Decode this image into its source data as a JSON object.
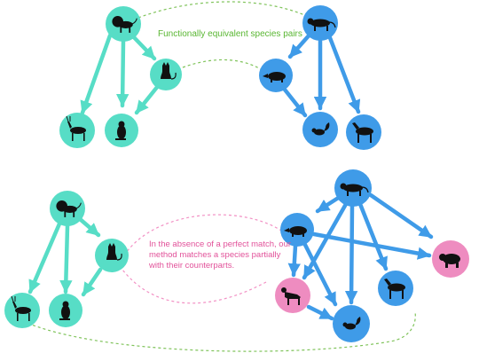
{
  "annotations": {
    "top": "Functionally equivalent species pairs",
    "middle": "In the absence of a perfect match, our method matches a species partially with their counterparts."
  },
  "colors": {
    "teal": "#57ddc6",
    "blue": "#3f9be8",
    "pink": "#ee8cc0",
    "green_dash": "#7fc35a",
    "pink_dash": "#f290c4",
    "silhouette": "#111111"
  },
  "networks": [
    {
      "id": "top-left",
      "color": "teal",
      "nodes": [
        {
          "id": "tl-lion",
          "animal": "lion"
        },
        {
          "id": "tl-cat",
          "animal": "cat"
        },
        {
          "id": "tl-antelope",
          "animal": "antelope"
        },
        {
          "id": "tl-marmot",
          "animal": "marmot"
        }
      ]
    },
    {
      "id": "top-right",
      "color": "blue",
      "nodes": [
        {
          "id": "tr-cat",
          "animal": "leopard"
        },
        {
          "id": "tr-badger",
          "animal": "badger"
        },
        {
          "id": "tr-squirrel",
          "animal": "squirrel"
        },
        {
          "id": "tr-zebra",
          "animal": "zebra"
        }
      ]
    },
    {
      "id": "bottom-left",
      "color": "teal",
      "nodes": [
        {
          "id": "bl-lion",
          "animal": "lion"
        },
        {
          "id": "bl-cat",
          "animal": "cat"
        },
        {
          "id": "bl-antelope",
          "animal": "antelope"
        },
        {
          "id": "bl-marmot",
          "animal": "marmot"
        }
      ]
    },
    {
      "id": "bottom-right",
      "color": "blue",
      "nodes": [
        {
          "id": "br-cat",
          "animal": "leopard"
        },
        {
          "id": "br-badger",
          "animal": "badger"
        },
        {
          "id": "br-bear",
          "animal": "bear",
          "color": "pink"
        },
        {
          "id": "br-hyena",
          "animal": "hyena",
          "color": "pink"
        },
        {
          "id": "br-zebra",
          "animal": "zebra"
        },
        {
          "id": "br-squirrel",
          "animal": "squirrel"
        }
      ]
    }
  ]
}
